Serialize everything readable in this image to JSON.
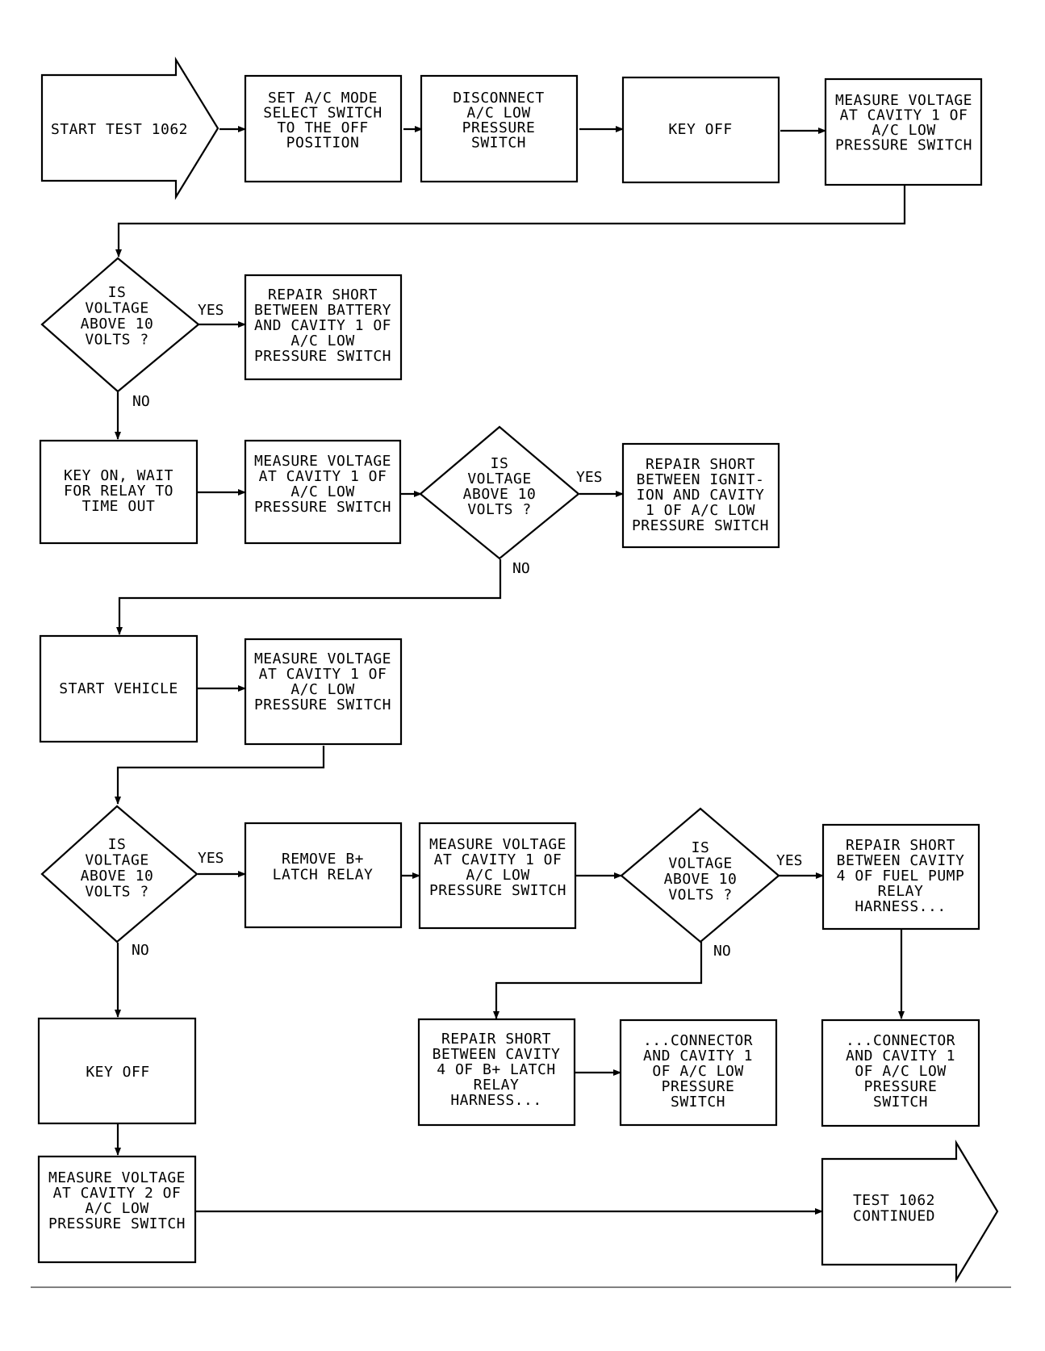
{
  "nodes": {
    "start": {
      "lines": [
        "START TEST 1062"
      ]
    },
    "set_mode": {
      "lines": [
        "SET A/C MODE",
        "SELECT SWITCH",
        "TO THE OFF",
        "POSITION"
      ]
    },
    "disconnect": {
      "lines": [
        "DISCONNECT",
        "A/C LOW",
        "PRESSURE",
        "SWITCH"
      ]
    },
    "key_off_1": {
      "lines": [
        "KEY OFF"
      ]
    },
    "measure_1": {
      "lines": [
        "MEASURE VOLTAGE",
        "AT CAVITY 1 OF",
        "A/C LOW",
        "PRESSURE SWITCH"
      ]
    },
    "decision_1": {
      "lines": [
        "IS",
        "VOLTAGE",
        "ABOVE 10",
        "VOLTS ?"
      ]
    },
    "repair_1": {
      "lines": [
        "REPAIR SHORT",
        "BETWEEN BATTERY",
        "AND CAVITY 1 OF",
        "A/C LOW",
        "PRESSURE SWITCH"
      ]
    },
    "key_on": {
      "lines": [
        "KEY ON, WAIT",
        "FOR RELAY TO",
        "TIME OUT"
      ]
    },
    "measure_2": {
      "lines": [
        "MEASURE VOLTAGE",
        "AT CAVITY 1 OF",
        "A/C LOW",
        "PRESSURE SWITCH"
      ]
    },
    "decision_2": {
      "lines": [
        "IS",
        "VOLTAGE",
        "ABOVE 10",
        "VOLTS ?"
      ]
    },
    "repair_2": {
      "lines": [
        "REPAIR SHORT",
        "BETWEEN IGNIT-",
        "ION AND CAVITY",
        "1 OF A/C LOW",
        "PRESSURE SWITCH"
      ]
    },
    "start_vehicle": {
      "lines": [
        "START VEHICLE"
      ]
    },
    "measure_3": {
      "lines": [
        "MEASURE VOLTAGE",
        "AT CAVITY 1 OF",
        "A/C LOW",
        "PRESSURE SWITCH"
      ]
    },
    "decision_3": {
      "lines": [
        "IS",
        "VOLTAGE",
        "ABOVE 10",
        "VOLTS ?"
      ]
    },
    "remove_relay": {
      "lines": [
        "REMOVE B+",
        "LATCH RELAY"
      ]
    },
    "measure_4": {
      "lines": [
        "MEASURE VOLTAGE",
        "AT CAVITY 1 OF",
        "A/C LOW",
        "PRESSURE SWITCH"
      ]
    },
    "decision_4": {
      "lines": [
        "IS",
        "VOLTAGE",
        "ABOVE 10",
        "VOLTS ?"
      ]
    },
    "repair_fuel": {
      "lines": [
        "REPAIR SHORT",
        "BETWEEN CAVITY",
        "4 OF FUEL PUMP",
        "RELAY",
        "HARNESS..."
      ]
    },
    "conn_fuel": {
      "lines": [
        "...CONNECTOR",
        "AND CAVITY 1",
        "OF A/C LOW",
        "PRESSURE",
        "SWITCH"
      ]
    },
    "repair_latch": {
      "lines": [
        "REPAIR SHORT",
        "BETWEEN CAVITY",
        "4 OF B+ LATCH",
        "RELAY",
        "HARNESS..."
      ]
    },
    "conn_latch": {
      "lines": [
        "...CONNECTOR",
        "AND CAVITY 1",
        "OF A/C LOW",
        "PRESSURE",
        "SWITCH"
      ]
    },
    "key_off_2": {
      "lines": [
        "KEY OFF"
      ]
    },
    "measure_5": {
      "lines": [
        "MEASURE VOLTAGE",
        "AT CAVITY 2 OF",
        "A/C LOW",
        "PRESSURE SWITCH"
      ]
    },
    "continued": {
      "lines": [
        "TEST 1062",
        "CONTINUED"
      ]
    }
  },
  "edge_labels": {
    "yes": "YES",
    "no": "NO"
  }
}
